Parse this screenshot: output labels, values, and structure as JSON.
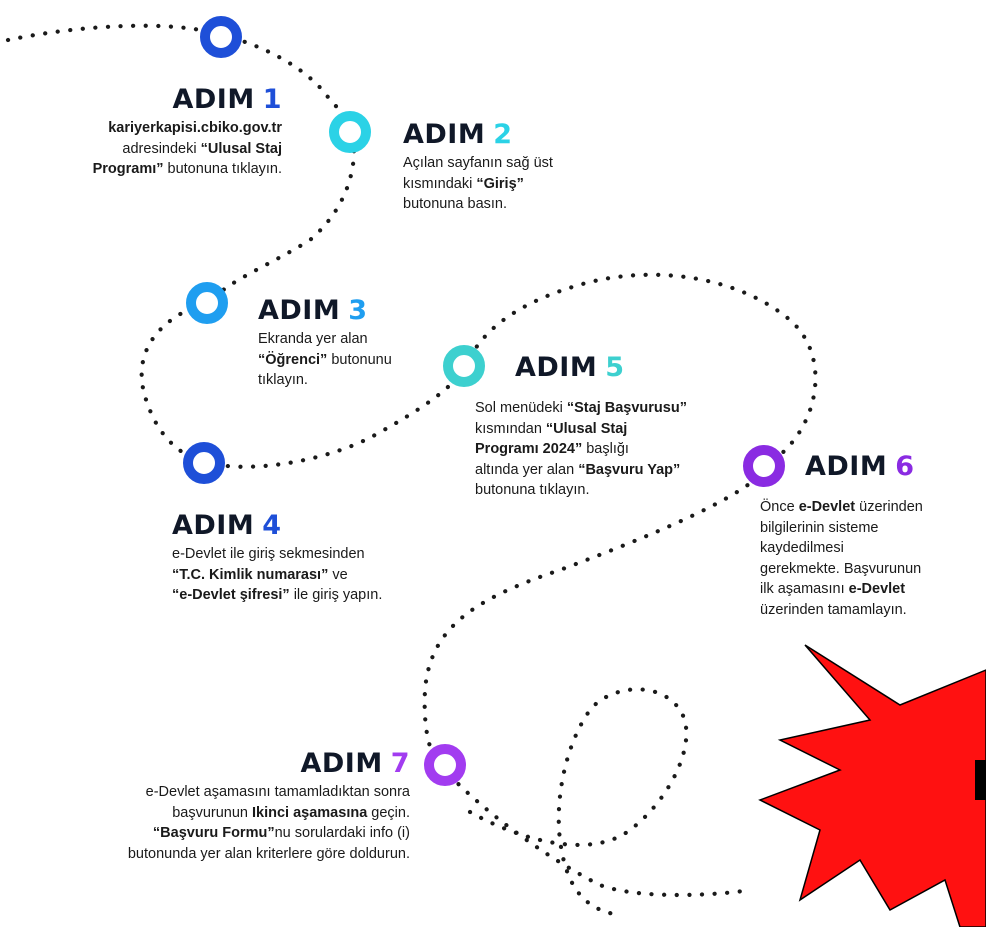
{
  "colors": {
    "dark_blue": "#1e4fd8",
    "cyan": "#2bd2e6",
    "sky_blue": "#1f9ef0",
    "teal": "#3dd0cf",
    "purple": "#8a2be2",
    "violet": "#a23cf0",
    "text": "#1a1a1a",
    "title": "#101828",
    "burst": "#ff1111"
  },
  "steps": [
    {
      "id": 1,
      "word": "ADIM",
      "number": "1",
      "color": "#1e4fd8",
      "lines": [
        [
          {
            "t": "kariyerkapisi.cbiko.gov.tr",
            "b": true
          }
        ],
        [
          {
            "t": "adresindeki "
          },
          {
            "t": "“Ulusal Staj",
            "b": true
          }
        ],
        [
          {
            "t": "Programı”",
            "b": true
          },
          {
            "t": " butonuna tıklayın."
          }
        ]
      ]
    },
    {
      "id": 2,
      "word": "ADIM",
      "number": "2",
      "color": "#2bd2e6",
      "lines": [
        [
          {
            "t": "Açılan sayfanın sağ üst"
          }
        ],
        [
          {
            "t": "kısmındaki "
          },
          {
            "t": "“Giriş”",
            "b": true
          }
        ],
        [
          {
            "t": "butonuna basın."
          }
        ]
      ]
    },
    {
      "id": 3,
      "word": "ADIM",
      "number": "3",
      "color": "#1f9ef0",
      "lines": [
        [
          {
            "t": "Ekranda yer alan"
          }
        ],
        [
          {
            "t": "“Öğrenci”",
            "b": true
          },
          {
            "t": " butonunu"
          }
        ],
        [
          {
            "t": "tıklayın."
          }
        ]
      ]
    },
    {
      "id": 4,
      "word": "ADIM",
      "number": "4",
      "color": "#1e4fd8",
      "lines": [
        [
          {
            "t": "e-Devlet ile giriş sekmesinden"
          }
        ],
        [
          {
            "t": "“T.C. Kimlik numarası”",
            "b": true
          },
          {
            "t": " ve"
          }
        ],
        [
          {
            "t": "“e-Devlet şifresi”",
            "b": true
          },
          {
            "t": " ile giriş yapın."
          }
        ]
      ]
    },
    {
      "id": 5,
      "word": "ADIM",
      "number": "5",
      "color": "#3dd0cf",
      "lines": [
        [
          {
            "t": "Sol menüdeki "
          },
          {
            "t": "“Staj Başvurusu”",
            "b": true
          }
        ],
        [
          {
            "t": "kısmından "
          },
          {
            "t": "“Ulusal Staj",
            "b": true
          }
        ],
        [
          {
            "t": "Programı 2024”",
            "b": true
          },
          {
            "t": " başlığı"
          }
        ],
        [
          {
            "t": "altında yer alan "
          },
          {
            "t": "“Başvuru Yap”",
            "b": true
          }
        ],
        [
          {
            "t": "butonuna tıklayın."
          }
        ]
      ]
    },
    {
      "id": 6,
      "word": "ADIM",
      "number": "6",
      "color": "#8a2be2",
      "lines": [
        [
          {
            "t": "Önce "
          },
          {
            "t": "e-Devlet",
            "b": true
          },
          {
            "t": " üzerinden"
          }
        ],
        [
          {
            "t": "bilgilerinin sisteme"
          }
        ],
        [
          {
            "t": "kaydedilmesi"
          }
        ],
        [
          {
            "t": "gerekmekte. Başvurunun"
          }
        ],
        [
          {
            "t": "ilk aşamasını "
          },
          {
            "t": "e-Devlet",
            "b": true
          }
        ],
        [
          {
            "t": "üzerinden tamamlayın."
          }
        ]
      ]
    },
    {
      "id": 7,
      "word": "ADIM",
      "number": "7",
      "color": "#a23cf0",
      "lines": [
        [
          {
            "t": "e-Devlet aşamasını tamamladıktan sonra"
          }
        ],
        [
          {
            "t": "başvurunun "
          },
          {
            "t": "Ikinci aşamasına",
            "b": true
          },
          {
            "t": " geçin."
          }
        ],
        [
          {
            "t": "“Başvuru Formu”",
            "b": true
          },
          {
            "t": "nu sorulardaki info (i)"
          }
        ],
        [
          {
            "t": "butonunda yer alan kriterlere göre doldurun."
          }
        ]
      ]
    }
  ]
}
